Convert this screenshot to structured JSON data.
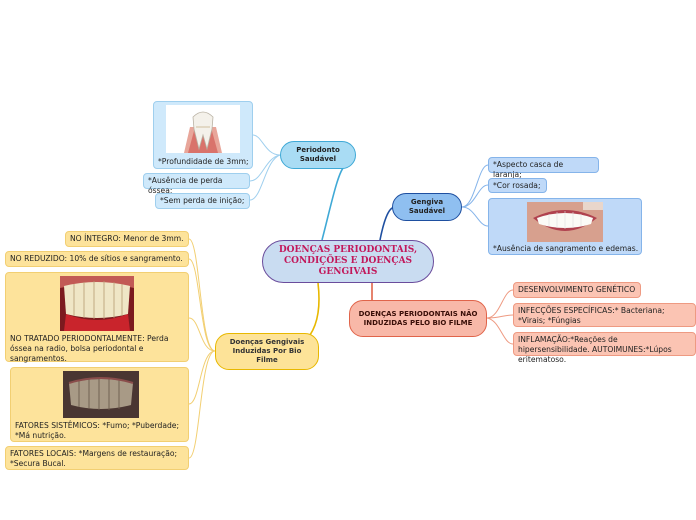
{
  "center": {
    "title": "DOENÇAS PERIODONTAIS, CONDIÇÕES E DOENÇAS GENGIVAIS"
  },
  "branches": {
    "periodonto": {
      "title": "Periodonto Saudável",
      "items": [
        "*Profundidade de 3mm;",
        "*Ausência de perda óssea;",
        "*Sem perda de inição;"
      ]
    },
    "gengiva": {
      "title": "Gengiva Saudável",
      "items": [
        "*Aspecto casca de laranja;",
        "*Cor rosada;",
        "*Ausência de sangramento e edemas."
      ]
    },
    "nao_induzidas": {
      "title": "DOENÇAS PERIODONTAIS NÃO INDUZIDAS PELO BIO FILME",
      "items": [
        "DESENVOLVIMENTO GENÉTICO",
        "INFECÇÕES ESPECÍFICAS:* Bacteriana; *Virais; *Fúngias",
        "INFLAMAÇÃO:*Reações de hipersensibilidade. AUTOIMUNES:*Lúpos eritematoso."
      ]
    },
    "induzidas": {
      "title": "Doenças Gengivais Induzidas Por Bio Filme",
      "items": [
        "NO ÍNTEGRO: Menor de 3mm.",
        "NO REDUZIDO: 10% de sítios e sangramento.",
        "NO TRATADO PERIODONTALMENTE: Perda óssea na radio, bolsa periodontal e sangramentos.",
        "FATORES SISTÊMICOS: *Fumo; *Puberdade; *Má nutrição.",
        "FATORES LOCAIS: *Margens de restauração; *Secura Bucal."
      ]
    }
  },
  "colors": {
    "center_text": "#c2185b",
    "periodonto": "#3fa9d6",
    "gengiva": "#1e4fa0",
    "nao_induzidas": "#e0644a",
    "induzidas": "#e8b800"
  }
}
